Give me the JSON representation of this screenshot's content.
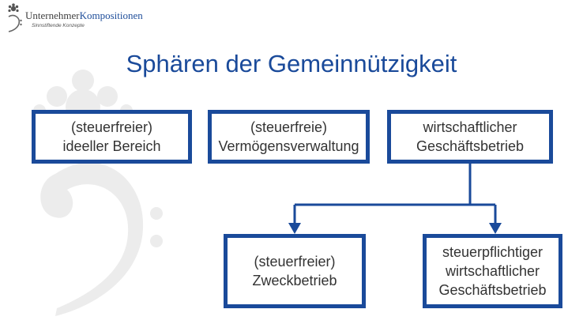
{
  "logo": {
    "name_part1": "Unternehmer",
    "name_part2": "Kompositionen",
    "tagline": "Sinnstiftende Konzepte"
  },
  "title": "Sphären der Gemeinnützigkeit",
  "boxes": [
    {
      "lines": [
        "(steuerfreier)",
        "ideeller Bereich"
      ]
    },
    {
      "lines": [
        "(steuerfreie)",
        "Vermögensverwaltung"
      ]
    },
    {
      "lines": [
        "wirtschaftlicher",
        "Geschäftsbetrieb"
      ]
    },
    {
      "lines": [
        "(steuerfreier)",
        "Zweckbetrieb"
      ]
    },
    {
      "lines": [
        "steuerpflichtiger",
        "wirtschaftlicher",
        "Geschäftsbetrieb"
      ]
    }
  ],
  "colors": {
    "accent": "#1a4a9a",
    "text": "#333333",
    "watermark": "#e6e6e6"
  }
}
